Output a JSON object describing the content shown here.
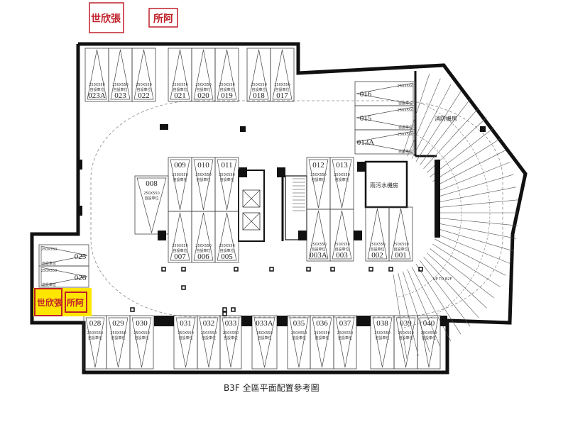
{
  "title": "B3F 全區平面配置參考圖",
  "spot_size": "250X550",
  "spot_type": "自設車位",
  "rooms": {
    "fire_pump": "消防機房",
    "sewage": "雨污水機房",
    "ramp_label": "UP TO B2F"
  },
  "stamps": {
    "left": "世欣張",
    "right": "所阿"
  },
  "spots": {
    "top_row": [
      "023A",
      "023",
      "022",
      "021",
      "020",
      "019",
      "018",
      "017"
    ],
    "right_column": [
      "016",
      "015",
      "013A"
    ],
    "center_left": [
      "008"
    ],
    "center_top": [
      "009",
      "010",
      "011"
    ],
    "center_bottom": [
      "007",
      "006",
      "005"
    ],
    "core_right_top": [
      "012",
      "013"
    ],
    "core_right_bottom": [
      "003A",
      "003"
    ],
    "pump_bottom": [
      "002",
      "001"
    ],
    "left_column": [
      "025",
      "026"
    ],
    "bottom_row": [
      "028",
      "029",
      "030",
      "031",
      "032",
      "033",
      "033A",
      "035",
      "036",
      "037",
      "038",
      "039",
      "040"
    ]
  },
  "colors": {
    "wall": "#111111",
    "line": "#333333",
    "stamp": "#c0202a",
    "highlight": "#ffe600"
  }
}
